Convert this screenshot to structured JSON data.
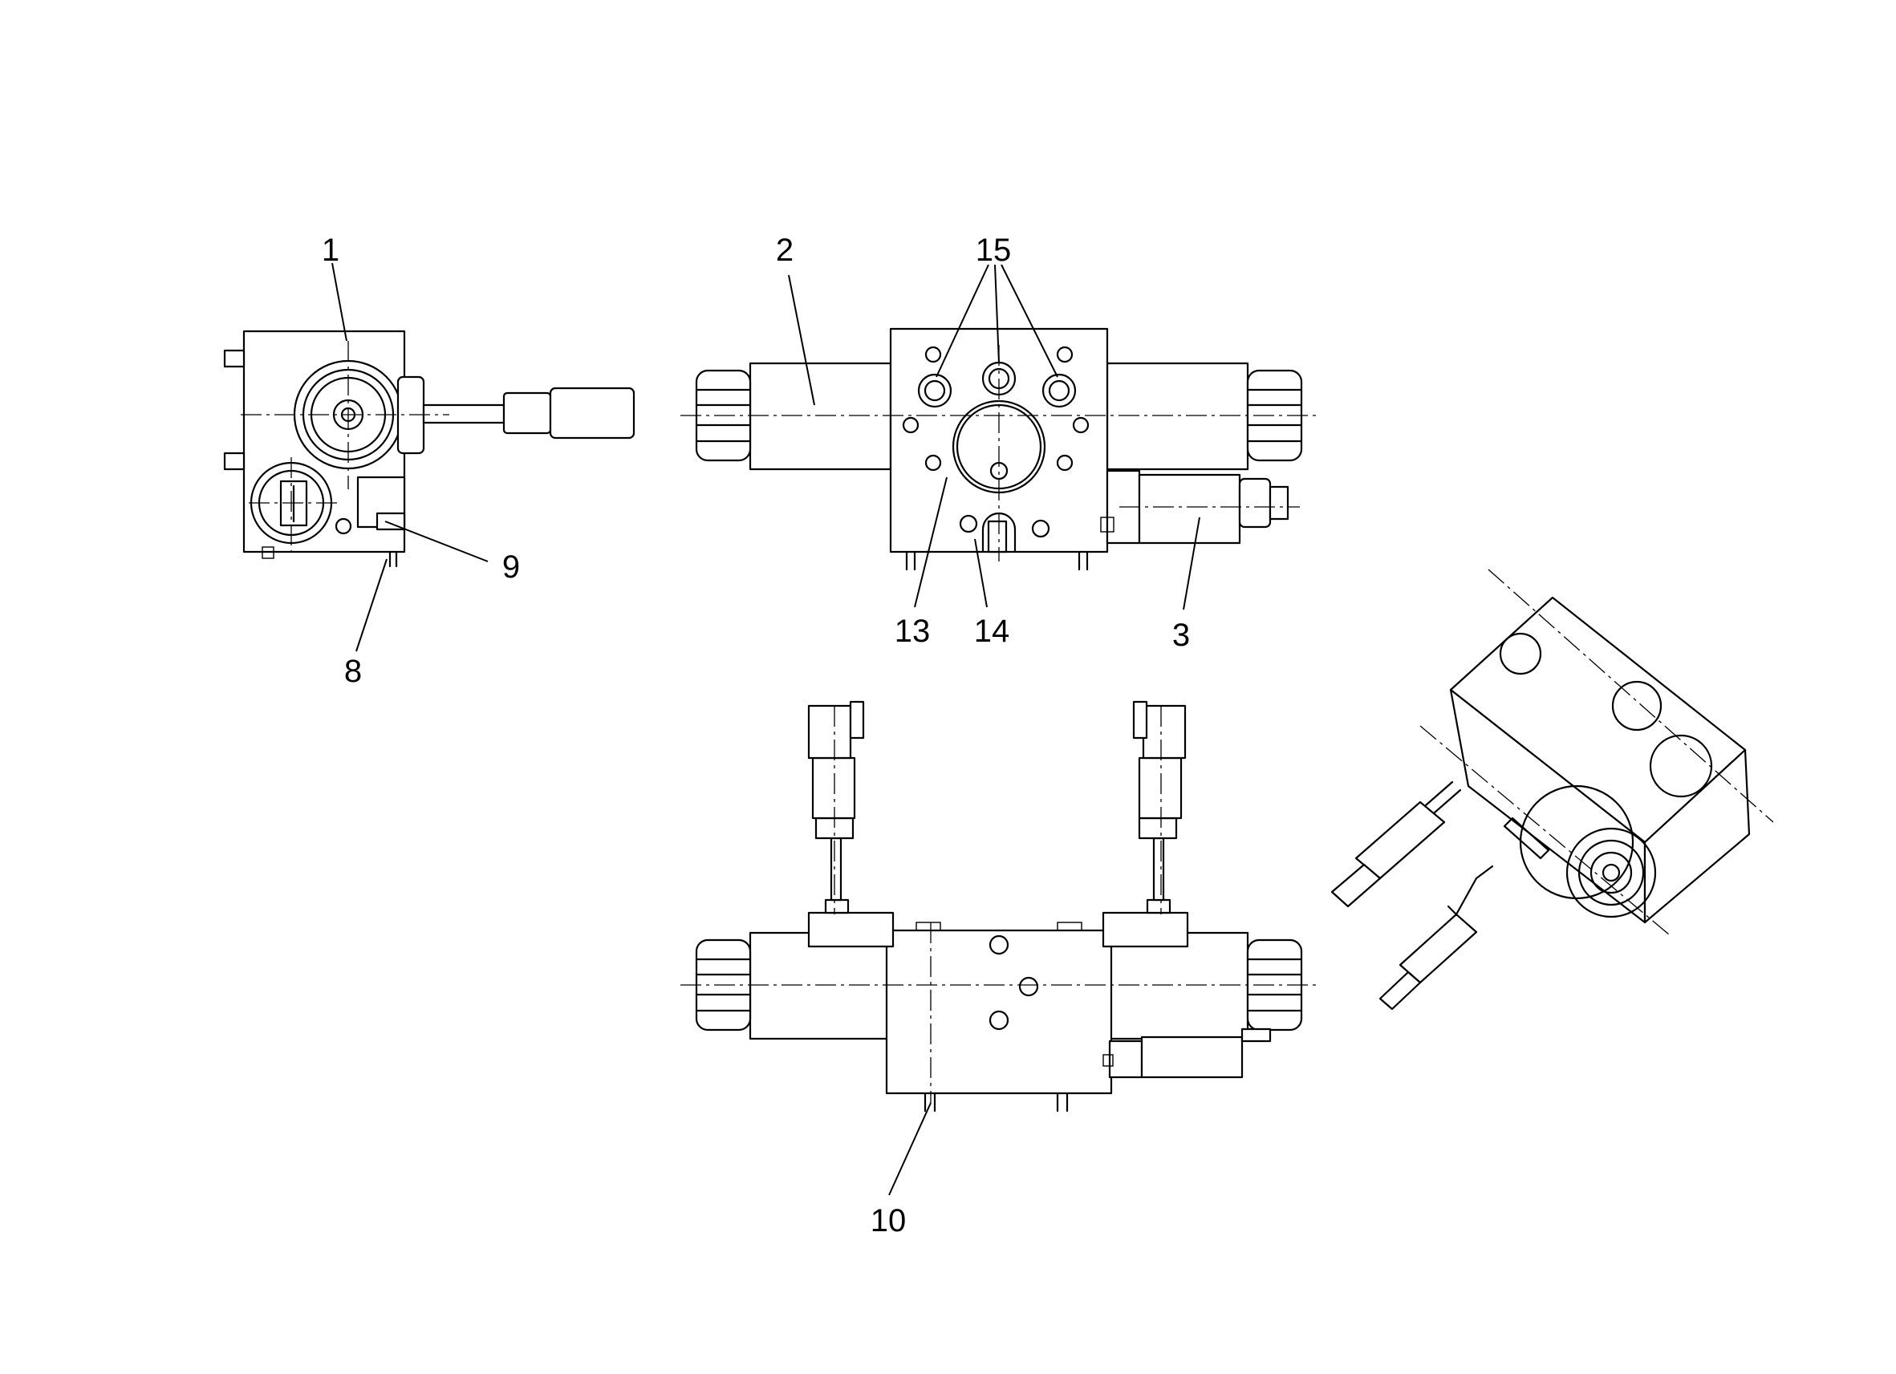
{
  "callouts": {
    "c1": "1",
    "c2": "2",
    "c3": "3",
    "c8": "8",
    "c9": "9",
    "c10": "10",
    "c13": "13",
    "c14": "14",
    "c15": "15"
  },
  "views": [
    "side-view",
    "front-view",
    "top-view",
    "isometric-view"
  ]
}
